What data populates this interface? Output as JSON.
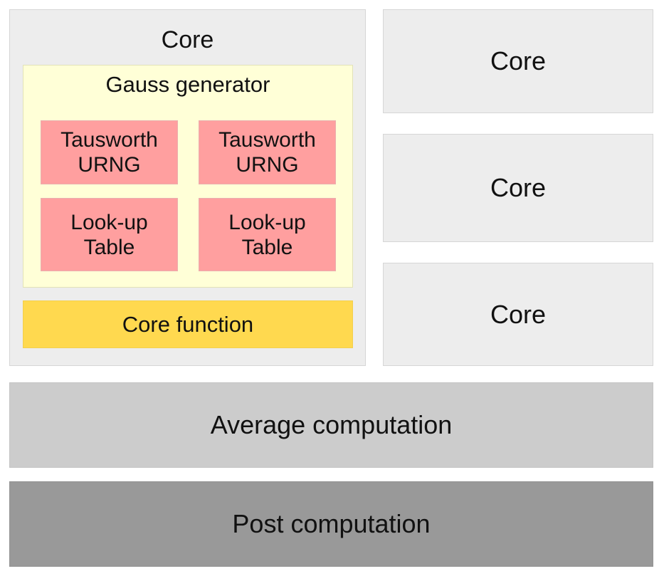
{
  "main_core": {
    "title": "Core",
    "gauss_generator": {
      "title": "Gauss generator",
      "blocks": [
        {
          "label": "Tausworth\nURNG"
        },
        {
          "label": "Tausworth\nURNG"
        },
        {
          "label": "Look-up\nTable"
        },
        {
          "label": "Look-up\nTable"
        }
      ]
    },
    "core_function": "Core function"
  },
  "other_cores": [
    {
      "label": "Core"
    },
    {
      "label": "Core"
    },
    {
      "label": "Core"
    }
  ],
  "average_computation": "Average computation",
  "post_computation": "Post computation",
  "colors": {
    "core_bg": "#ededed",
    "gauss_bg": "#ffffd7",
    "block_bg": "#ff9f9f",
    "core_function_bg": "#ffd94f",
    "average_bg": "#cccccc",
    "post_bg": "#999999"
  }
}
